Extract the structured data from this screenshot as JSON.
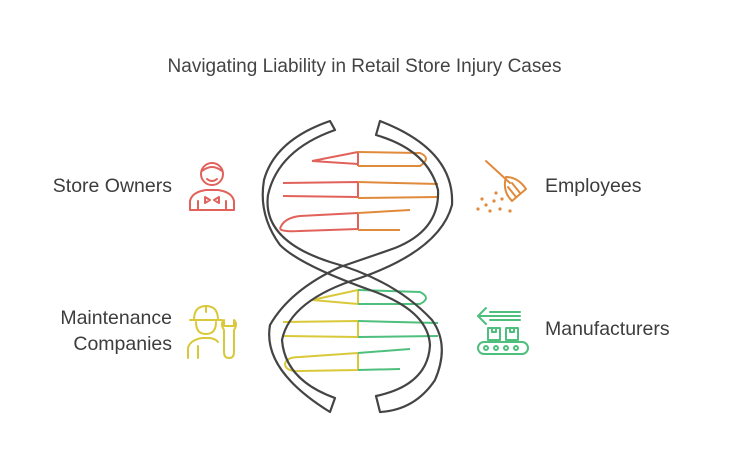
{
  "title": "Navigating Liability in Retail Store Injury Cases",
  "labels": {
    "store_owners": "Store Owners",
    "employees": "Employees",
    "maintenance_line1": "Maintenance",
    "maintenance_line2": "Companies",
    "manufacturers": "Manufacturers"
  },
  "colors": {
    "store_owners": "#e0625a",
    "employees": "#e08a3c",
    "maintenance": "#d9c93a",
    "manufacturers": "#4fbf7e",
    "strand": "#444444"
  },
  "icons": {
    "store_owners": "shopkeeper-icon",
    "employees": "broom-icon",
    "maintenance": "worker-wrench-icon",
    "manufacturers": "conveyor-belt-icon"
  }
}
